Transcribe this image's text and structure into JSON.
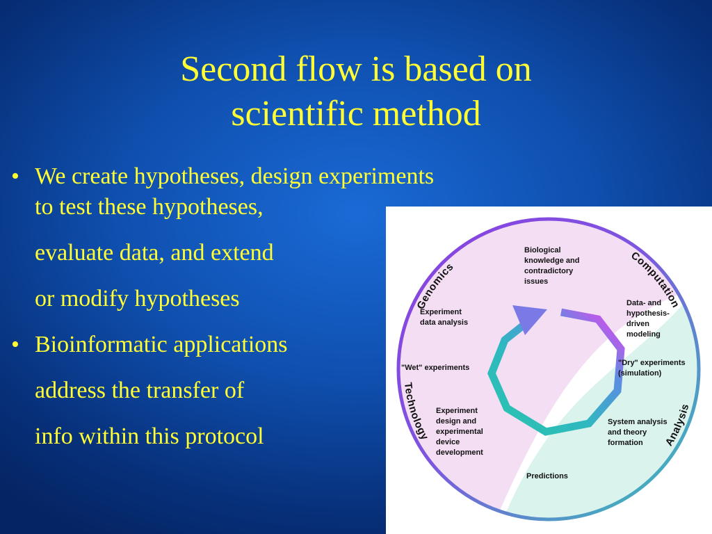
{
  "title": {
    "line1": "Second flow is based on",
    "line2": "scientific method"
  },
  "bullets": [
    {
      "marker": "•",
      "lines": [
        "We create hypotheses, design experiments",
        "to test these hypotheses,",
        "evaluate data, and extend",
        "or modify hypotheses"
      ]
    },
    {
      "marker": "•",
      "lines": [
        "Bioinformatic applications",
        "address the transfer of",
        "info within this protocol"
      ]
    }
  ],
  "diagram": {
    "ring_labels": {
      "genomics": "Genomics",
      "computation": "Computation",
      "technology": "Technology",
      "analysis": "Analysis"
    },
    "steps": {
      "biological": [
        "Biological",
        "knowledge and",
        "contradictory",
        "issues"
      ],
      "modeling": [
        "Data- and",
        "hypothesis-",
        "driven",
        "modeling"
      ],
      "dry": [
        "\"Dry\" experiments",
        "(simulation)"
      ],
      "system": [
        "System analysis",
        "and theory",
        "formation"
      ],
      "predictions": [
        "Predictions"
      ],
      "design": [
        "Experiment",
        "design and",
        "experimental",
        "device",
        "development"
      ],
      "wet": [
        "\"Wet\" experiments"
      ],
      "data_analysis": [
        "Experiment",
        "data analysis"
      ]
    },
    "colors": {
      "ring_start": "#8a3fe0",
      "ring_end": "#33c9b4",
      "pink_zone": "#f3dcf2",
      "green_zone": "#d8f3ec",
      "arrow_magenta": "#ee3ff0",
      "arrow_teal": "#29c4ad"
    }
  }
}
